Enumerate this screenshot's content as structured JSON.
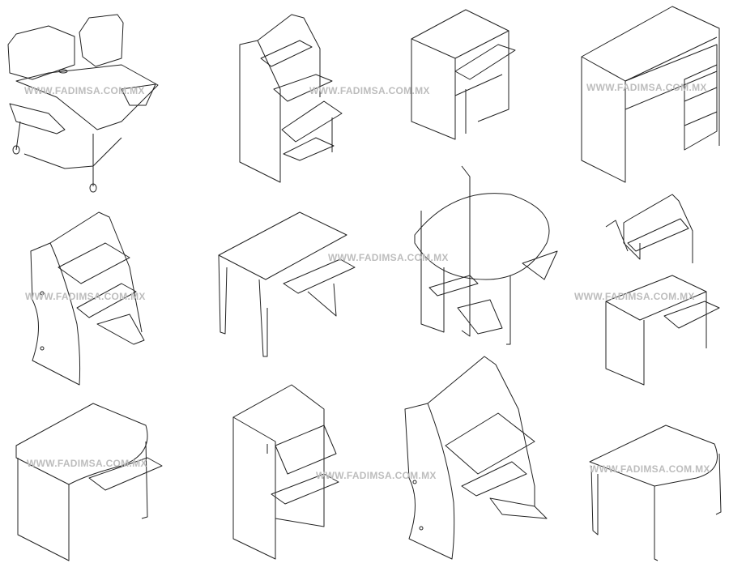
{
  "watermark": "WWW.FADIMSA.COM.MX",
  "watermarks": [
    "WWW.FADIMSA.COM.MX",
    "WWW.FADIMSA.COM.MX",
    "WWW.FADIMSA.COM.MX",
    "WWW.FADIMSA.COM.MX",
    "WWW.FADIMSA.COM.MX",
    "WWW.FADIMSA.COM.MX",
    "WWW.FADIMSA.COM.MX",
    "WWW.FADIMSA.COM.MX",
    "WWW.FADIMSA.COM.MX"
  ],
  "colors": {
    "line": "#222222",
    "watermark": "#bdbdbd"
  }
}
